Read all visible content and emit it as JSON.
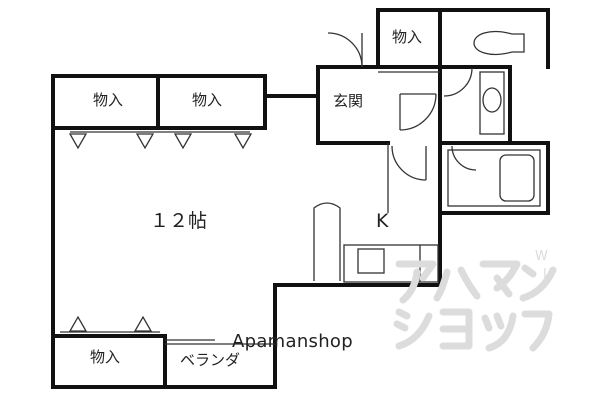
{
  "rooms": {
    "main_room": "１２帖",
    "kitchen": "K",
    "entrance": "玄関",
    "veranda": "ベランダ",
    "storage_top_left": "物入",
    "storage_top_middle": "物入",
    "storage_top_right": "物入",
    "storage_bottom": "物入"
  },
  "brand": {
    "text": "Apamanshop",
    "logo_text": "アパマンショップ"
  },
  "colors": {
    "wall": "#111111",
    "line": "#333333",
    "fill": "#ffffff",
    "watermark": "#dcdcdc"
  }
}
